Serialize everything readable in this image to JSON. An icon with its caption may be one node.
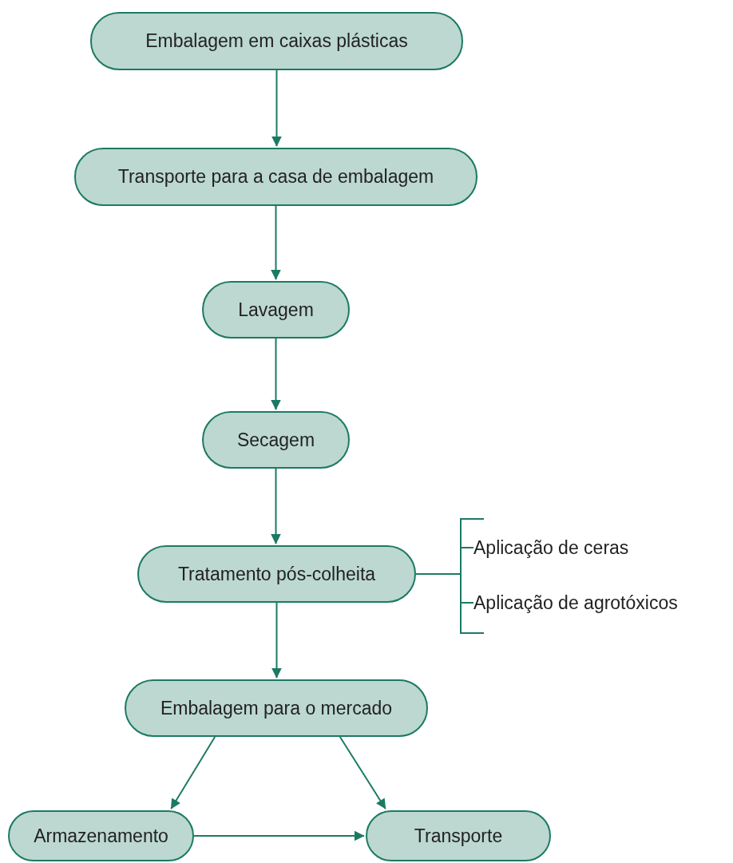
{
  "diagram": {
    "nodes": [
      {
        "text": [
          "Embalagem em caixas plásticas"
        ]
      },
      {
        "text": [
          "Transporte para a casa de embalagem"
        ]
      },
      {
        "text": [
          "Lavagem"
        ]
      },
      {
        "text": [
          "Secagem"
        ]
      },
      {
        "text": [
          "Tratamento pós-colheita"
        ]
      },
      {
        "text": [
          "Embalagem para o mercado"
        ]
      },
      {
        "text": [
          "Armazenamento"
        ]
      },
      {
        "text": [
          "Transporte"
        ]
      },
      {
        "text": [
          "Aplicação de ceras"
        ]
      },
      {
        "text": [
          "Aplicação de agrotóxicos"
        ]
      }
    ],
    "edges": [
      {
        "from": 0,
        "to": 1,
        "arrow": "to"
      },
      {
        "from": 1,
        "to": 2,
        "arrow": "to"
      },
      {
        "from": 2,
        "to": 3,
        "arrow": "to"
      },
      {
        "from": 3,
        "to": 4,
        "arrow": "to"
      },
      {
        "from": 4,
        "to": 5,
        "arrow": "to"
      },
      {
        "from": 5,
        "to": 6,
        "arrow": "to"
      },
      {
        "from": 5,
        "to": 7,
        "arrow": "to"
      },
      {
        "from": 6,
        "to": 7,
        "arrow": "to"
      },
      {
        "from": 4,
        "to": 8,
        "arrow": "none"
      },
      {
        "from": 4,
        "to": 9,
        "arrow": "none"
      }
    ]
  }
}
